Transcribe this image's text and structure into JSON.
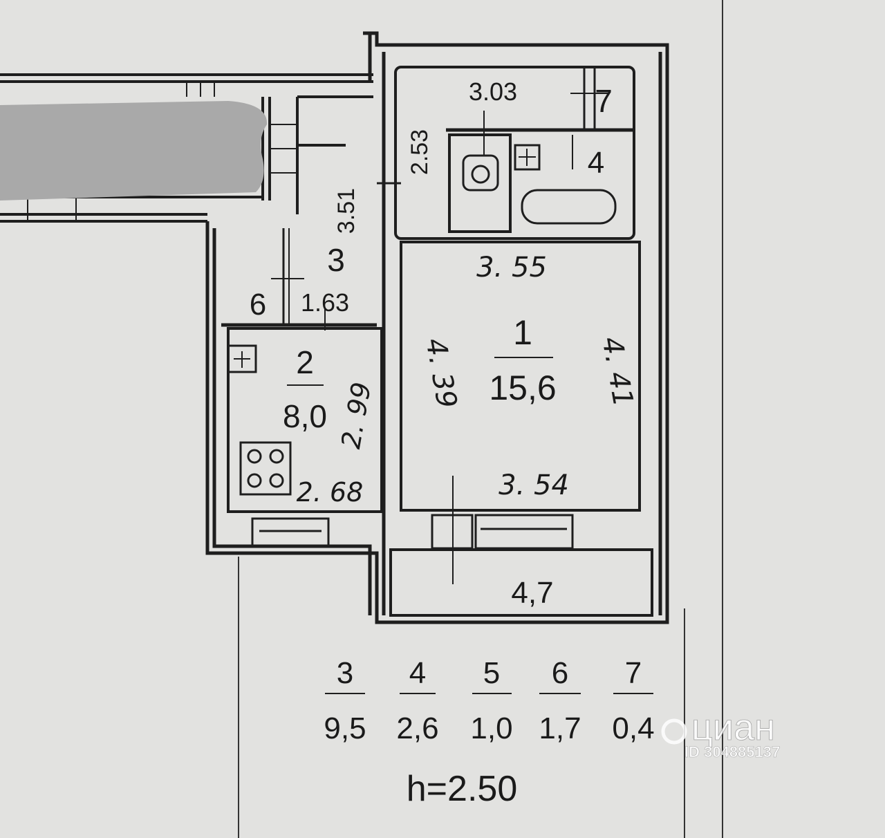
{
  "colors": {
    "paper": "#e2e2e0",
    "wall": "#1e1e1e",
    "redaction": "#a9a9a9",
    "watermark": "#ffffff"
  },
  "rooms": {
    "r1": {
      "num": "1",
      "area": "15,6",
      "dims": {
        "top": "3. 55",
        "bottom": "3. 54",
        "left": "4. 39",
        "right": "4. 41"
      }
    },
    "r2": {
      "num": "2",
      "area": "8,0",
      "dims": {
        "bottom": "2. 68",
        "right": "2. 99"
      }
    },
    "r3": {
      "num": "3",
      "dims": {
        "length": "3.51",
        "width": "1.63"
      }
    },
    "r4": {
      "num": "4"
    },
    "r6": {
      "num": "6"
    },
    "r7": {
      "num": "7"
    },
    "bath": {
      "width": "3.03",
      "height": "2.53"
    },
    "balcony": {
      "area": "4,7"
    }
  },
  "legend": [
    {
      "num": "3",
      "area": "9,5"
    },
    {
      "num": "4",
      "area": "2,6"
    },
    {
      "num": "5",
      "area": "1,0"
    },
    {
      "num": "6",
      "area": "1,7"
    },
    {
      "num": "7",
      "area": "0,4"
    }
  ],
  "ceiling_height": "h=2.50",
  "watermark": {
    "brand": "циан",
    "id": "ID 304885137"
  }
}
